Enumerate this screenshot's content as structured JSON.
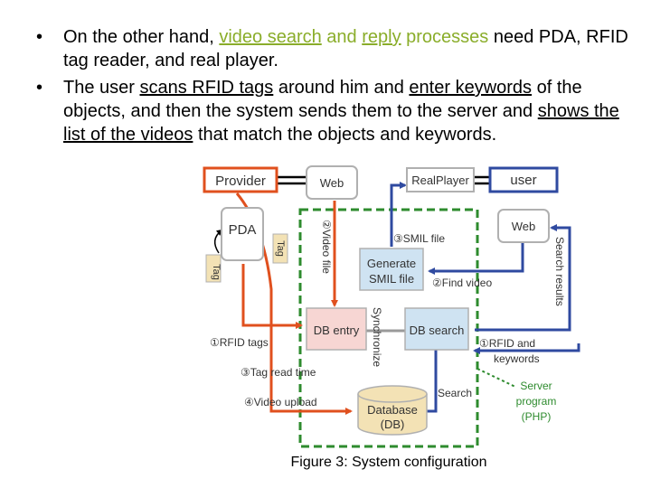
{
  "bullets": [
    {
      "parts": [
        {
          "text": "On the other hand, ",
          "hl": false,
          "ul": false
        },
        {
          "text": "video search",
          "hl": true,
          "ul": true
        },
        {
          "text": " and ",
          "hl": true,
          "ul": false
        },
        {
          "text": "reply",
          "hl": true,
          "ul": true
        },
        {
          "text": " processes",
          "hl": true,
          "ul": false
        },
        {
          "text": " need PDA, RFID tag reader, and real player.",
          "hl": false,
          "ul": false
        }
      ]
    },
    {
      "parts": [
        {
          "text": "The user ",
          "hl": false,
          "ul": false
        },
        {
          "text": "scans RFID tags",
          "hl": false,
          "ul": true
        },
        {
          "text": " around him and ",
          "hl": false,
          "ul": false
        },
        {
          "text": "enter keywords",
          "hl": false,
          "ul": true
        },
        {
          "text": " of the objects, and then the system sends them to the server and ",
          "hl": false,
          "ul": false
        },
        {
          "text": "shows the list of the videos",
          "hl": false,
          "ul": true
        },
        {
          "text": " that match the objects and keywords.",
          "hl": false,
          "ul": false
        }
      ]
    }
  ],
  "diagram": {
    "boxes": {
      "provider": "Provider",
      "web_top": "Web",
      "realplayer": "RealPlayer",
      "user": "user",
      "pda": "PDA",
      "tag_left": "Tag",
      "tag_small": "Tag",
      "web_right": "Web",
      "generate_line1": "Generate",
      "generate_line2": "SMIL file",
      "db_entry": "DB entry",
      "db_search": "DB search",
      "database_line1": "Database",
      "database_line2": "(DB)"
    },
    "labels": {
      "video_file": "②Video file",
      "smil_file": "③SMIL file",
      "find_video": "②Find video",
      "search_results": "Search results",
      "synchronize": "Synchronize",
      "rfid_tags": "①RFID tags",
      "tag_read_time": "③Tag read time",
      "video_upload": "④Video upload",
      "search": "Search",
      "rfid_keywords_line1": "①RFID and",
      "rfid_keywords_line2": "keywords",
      "server_line1": "Server",
      "server_line2": "program",
      "server_line3": "(PHP)"
    },
    "colors": {
      "orange": "#e0501e",
      "blue": "#2f4aa0",
      "green": "#2e8b2e",
      "gray_box": "#b0b0b0",
      "pink_fill": "#f7d6d3",
      "lightblue_fill": "#cfe3f2",
      "tan_fill": "#f3e2b5"
    }
  },
  "caption": "Figure 3: System configuration"
}
